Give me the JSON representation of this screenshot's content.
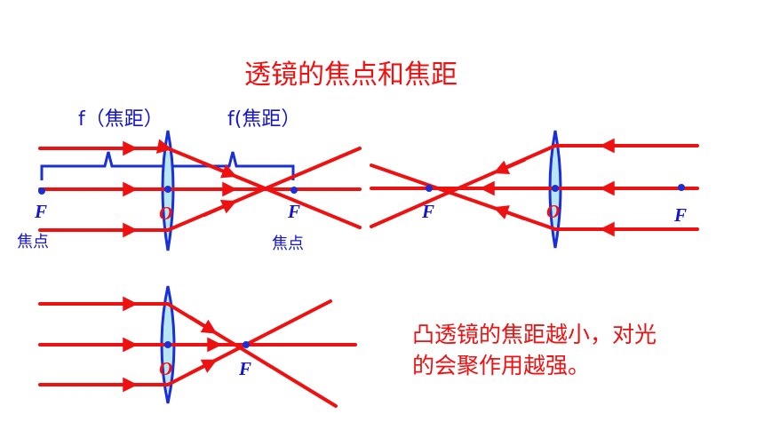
{
  "title": "透镜的焦点和焦距",
  "diagram1": {
    "focal_length_left": "f（焦距）",
    "focal_length_right": "f(焦距）",
    "left_focus_label": "F",
    "center_label": "O",
    "right_focus_label": "F",
    "left_focus_note": "焦点",
    "right_focus_note": "焦点"
  },
  "diagram2": {
    "focus_left_label": "F",
    "center_label": "O",
    "focus_right_label": "F"
  },
  "diagram3": {
    "center_label": "O",
    "focus_label": "F"
  },
  "caption": {
    "line1": "凸透镜的焦距越小，对光",
    "line2": "的会聚作用越强。"
  },
  "colors": {
    "ray": "#ee1111",
    "lens_fill": "#b8e6f2",
    "lens_outline": "#1a2fd6",
    "label_blue": "#1515cc"
  }
}
